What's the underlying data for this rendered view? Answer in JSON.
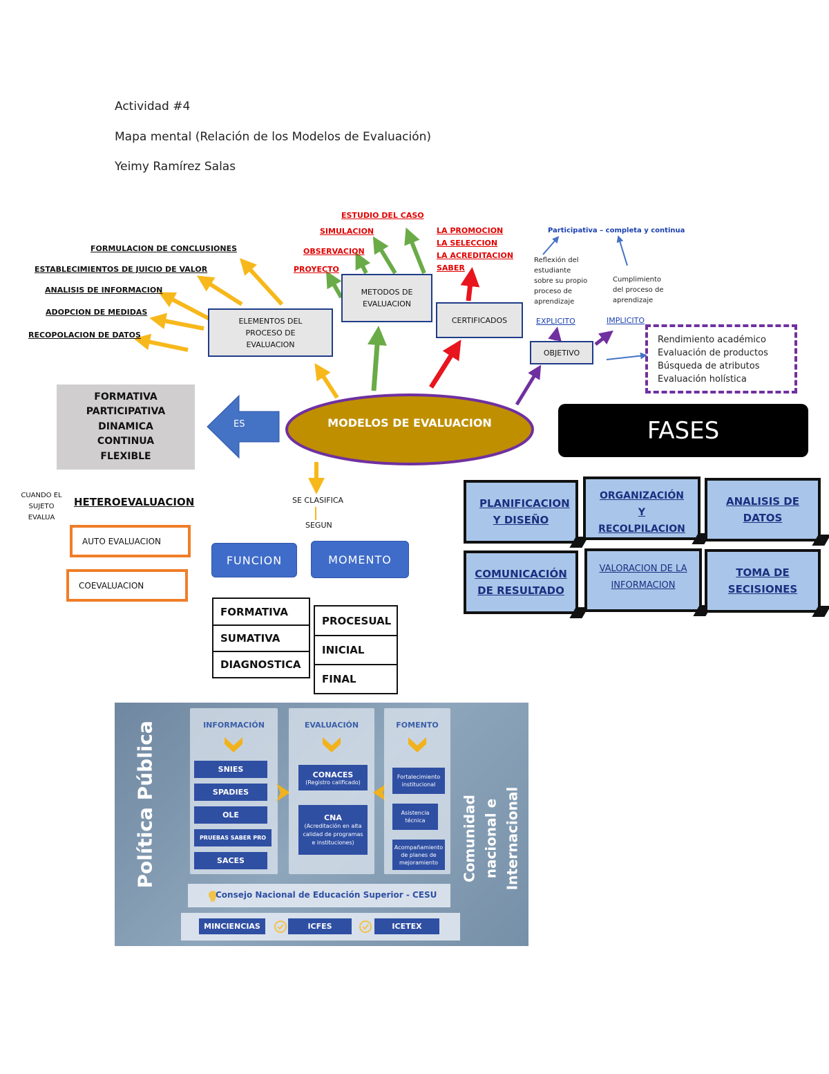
{
  "header": {
    "line1": "Actividad #4",
    "line2": "Mapa mental (Relación de los Modelos de Evaluación)",
    "line3": "Yeimy Ramírez Salas"
  },
  "center": {
    "title": "MODELOS DE EVALUACION"
  },
  "elements": {
    "box": "ELEMENTOS DEL PROCESO DE EVALUACION",
    "items": [
      "FORMULACION DE CONCLUSIONES",
      "ESTABLECIMIENTOS DE JUICIO DE VALOR",
      "ANALISIS DE INFORMACION",
      "ADOPCION DE MEDIDAS",
      "RECOPOLACION DE DATOS"
    ]
  },
  "metodos": {
    "box": "METODOS DE EVALUACION",
    "items": [
      "ESTUDIO DEL CASO",
      "SIMULACION",
      "OBSERVACION",
      "PROYECTO"
    ]
  },
  "certificados": {
    "box": "CERTIFICADOS",
    "items": [
      "LA PROMOCION",
      "LA SELECCION",
      "LA ACREDITACION",
      "SABER"
    ]
  },
  "objetivo": {
    "box": "OBJETIVO",
    "explicito": "EXPLICITO",
    "implicito": "IMPLICITO",
    "participativa": "Participativa – completa y continua",
    "reflexion": "Reflexión del estudiante sobre su propio proceso de aprendizaje",
    "cumplimiento": "Cumplimiento del proceso de aprendizaje",
    "list": [
      "Rendimiento académico",
      "Evaluación de productos",
      "Búsqueda de atributos",
      "Evaluación holística"
    ]
  },
  "es": {
    "arrow": "ES",
    "items": [
      "FORMATIVA",
      "PARTICIPATIVA",
      "DINAMICA",
      "CONTINUA",
      "FLEXIBLE"
    ]
  },
  "fases": {
    "title": "FASES",
    "items": [
      "PLANIFICACION Y DISEÑO",
      "ORGANIZACIÓN Y RECOLPILACION",
      "ANALISIS DE DATOS",
      "COMUNICACIÓN DE RESULTADO",
      "VALORACION DE LA INFORMACION",
      "TOMA DE SECISIONES"
    ]
  },
  "sujeto": {
    "cuando": "CUANDO EL SUJETO EVALUA",
    "hetero": "HETEROEVALUACION",
    "auto": "AUTO EVALUACION",
    "co": "COEVALUACION"
  },
  "clasifica": {
    "label1": "SE CLASIFICA",
    "label2": "SEGUN",
    "funcion": "FUNCION",
    "momento": "MOMENTO",
    "funcion_items": [
      "FORMATIVA",
      "SUMATIVA",
      "DIAGNOSTICA"
    ],
    "momento_items": [
      "PROCESUAL",
      "INICIAL",
      "FINAL"
    ]
  },
  "policy": {
    "side_left": "Política Pública",
    "side_right": "Comunidad nacional e Internacional",
    "col1_title": "INFORMACIÓN",
    "col1_items": [
      "SNIES",
      "SPADIES",
      "OLE",
      "PRUEBAS SABER PRO",
      "SACES"
    ],
    "col2_title": "EVALUACIÓN",
    "conaces": "CONACES",
    "conaces_sub": "(Registro calificado)",
    "cna": "CNA",
    "cna_sub": "(Acreditación en alta calidad de programas e instituciones)",
    "col3_title": "FOMENTO",
    "col3_items": [
      "Fortalecimiento institucional",
      "Asistencia técnica",
      "Acompañamiento de planes de mejoramiento"
    ],
    "cesu": "Consejo Nacional de Educación Superior - CESU",
    "bottom": [
      "MINCIENCIAS",
      "ICFES",
      "ICETEX"
    ]
  },
  "colors": {
    "yellow_arrow": "#f7b81b",
    "green_arrow": "#6aab47",
    "red_arrow": "#e8141e",
    "purple": "#7030a0",
    "ellipse_fill": "#bf8f00",
    "blue_arrow": "#4472c4"
  }
}
